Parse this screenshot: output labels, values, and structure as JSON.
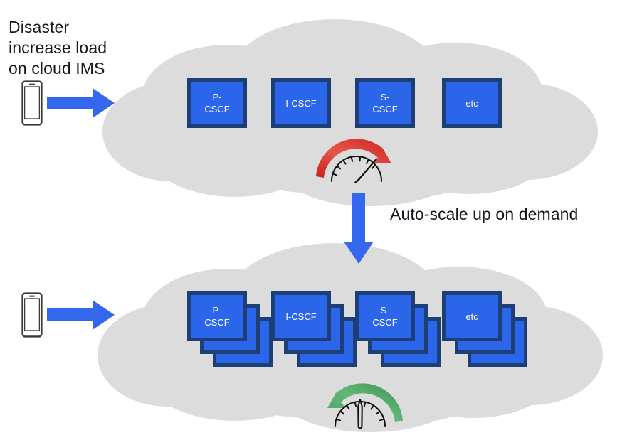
{
  "diagram": {
    "title": "Disaster increase load on cloud IMS",
    "type": "cloud-autoscale-diagram",
    "background_color": "#ffffff"
  },
  "colors": {
    "cloud_gray": "#dcdcdc",
    "node_fill": "#2b65ea",
    "node_border": "#1d3f75",
    "arrow_blue": "#3367ee",
    "gauge_red": "#d1231f",
    "gauge_red_light": "#e8564a",
    "gauge_green": "#3d9a55",
    "gauge_green_light": "#62b877",
    "text_dark": "#17171f",
    "node_text": "#ffffff",
    "phone_body": "#3a3a3a",
    "phone_screen": "#ffffff"
  },
  "captions": {
    "disaster": "Disaster\nincrease load\non cloud IMS",
    "autoscale": "Auto-scale up on demand"
  },
  "top_cloud": {
    "name": "cloud-before-scaling",
    "nodes": [
      {
        "id": "p-cscf",
        "label": "P-\nCSCF",
        "instances": 1
      },
      {
        "id": "i-cscf",
        "label": "I-CSCF",
        "instances": 1
      },
      {
        "id": "s-cscf",
        "label": "S-\nCSCF",
        "instances": 1
      },
      {
        "id": "etc",
        "label": "etc",
        "instances": 1
      }
    ],
    "gauge": {
      "name": "load-gauge-high",
      "color": "#d1231f",
      "direction": "clockwise-up",
      "needle": "high",
      "needle_angle_deg": 45,
      "meaning": "load increasing"
    }
  },
  "bottom_cloud": {
    "name": "cloud-after-scaling",
    "nodes": [
      {
        "id": "p-cscf",
        "label": "P-\nCSCF",
        "instances": 3
      },
      {
        "id": "i-cscf",
        "label": "I-CSCF",
        "instances": 3
      },
      {
        "id": "s-cscf",
        "label": "S-\nCSCF",
        "instances": 3
      },
      {
        "id": "etc",
        "label": "etc",
        "instances": 3
      }
    ],
    "gauge": {
      "name": "load-gauge-normal",
      "color": "#3d9a55",
      "direction": "counter-clockwise-down",
      "needle": "middle",
      "needle_angle_deg": 0,
      "meaning": "load normalised after scale out"
    }
  },
  "arrows": {
    "top_traffic": {
      "name": "traffic-arrow-top",
      "direction": "right"
    },
    "bottom_traffic": {
      "name": "traffic-arrow-bottom",
      "direction": "right"
    },
    "scale_flow": {
      "name": "scale-flow-arrow",
      "direction": "down"
    }
  },
  "devices": {
    "top_phone": {
      "name": "mobile-phone-top"
    },
    "bottom_phone": {
      "name": "mobile-phone-bottom"
    }
  }
}
